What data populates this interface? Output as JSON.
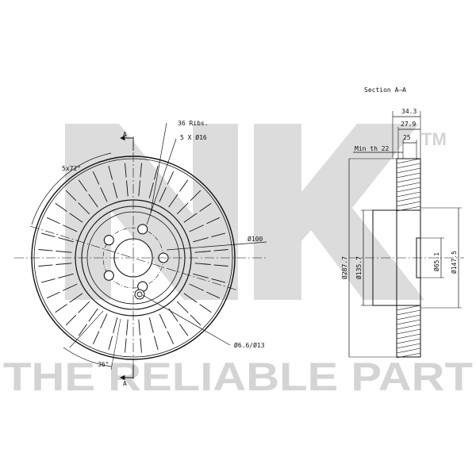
{
  "watermark": {
    "logo_text": "NK",
    "trademark": "TM",
    "tagline": "THE RELIABLE PART"
  },
  "front_view": {
    "ribs_label": "36 Ribs.",
    "holes_label": "5 X Ø16",
    "bolt_angle_label": "5x72°",
    "rib_angle_label": "36°",
    "pcd_label": "Ø100",
    "small_hole_label": "Ø6.6/Ø13",
    "section_mark_top": "A",
    "section_mark_bottom": "A"
  },
  "section_view": {
    "title": "Section A–A",
    "dim_thickness": "34.3",
    "dim_hat_depth": "27.9",
    "dim_disc_thickness": "25",
    "min_thickness_label": "Min th 22",
    "dim_outer_diameter": "Ø287.7",
    "dim_hat_diameter": "Ø135.7",
    "dim_center_bore": "Ø65.1",
    "dim_hub_diameter": "Ø147.5"
  }
}
